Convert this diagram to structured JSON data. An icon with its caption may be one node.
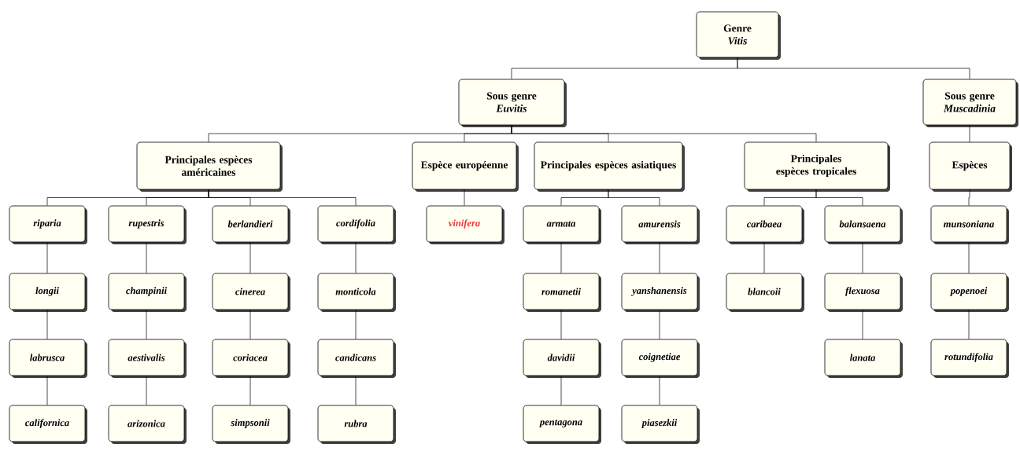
{
  "diagram": {
    "nodes": [
      {
        "text": [
          "Genre",
          "Vitis"
        ]
      },
      {
        "text": [
          "Sous genre",
          "Euvitis"
        ]
      },
      {
        "text": [
          "Sous genre",
          "Muscadinia"
        ]
      },
      {
        "text": [
          "Principales espèces américaines"
        ]
      },
      {
        "text": [
          "Espèce européenne"
        ]
      },
      {
        "text": [
          "Principales espèces asiatiques"
        ]
      },
      {
        "text": [
          "Principales espèces tropicales"
        ]
      },
      {
        "text": [
          "Espèces"
        ]
      },
      {
        "text": [
          "riparia"
        ]
      },
      {
        "text": [
          "longii"
        ]
      },
      {
        "text": [
          "labrusca"
        ]
      },
      {
        "text": [
          "californica"
        ]
      },
      {
        "text": [
          "rupestris"
        ]
      },
      {
        "text": [
          "champinii"
        ]
      },
      {
        "text": [
          "aestivalis"
        ]
      },
      {
        "text": [
          "arizonica"
        ]
      },
      {
        "text": [
          "berlandieri"
        ]
      },
      {
        "text": [
          "cinerea"
        ]
      },
      {
        "text": [
          "coriacea"
        ]
      },
      {
        "text": [
          "simpsonii"
        ]
      },
      {
        "text": [
          "cordifolia"
        ]
      },
      {
        "text": [
          "monticola"
        ]
      },
      {
        "text": [
          "candicans"
        ]
      },
      {
        "text": [
          "rubra"
        ]
      },
      {
        "text": [
          "vinifera"
        ]
      },
      {
        "text": [
          "armata"
        ]
      },
      {
        "text": [
          "romanetii"
        ]
      },
      {
        "text": [
          "davidii"
        ]
      },
      {
        "text": [
          "pentagona"
        ]
      },
      {
        "text": [
          "amurensis"
        ]
      },
      {
        "text": [
          "yanshanensis"
        ]
      },
      {
        "text": [
          "coignetiae"
        ]
      },
      {
        "text": [
          "piasezkii"
        ]
      },
      {
        "text": [
          "caribaea"
        ]
      },
      {
        "text": [
          "blancoii"
        ]
      },
      {
        "text": [
          "balansaena"
        ]
      },
      {
        "text": [
          "flexuosa"
        ]
      },
      {
        "text": [
          "lanata"
        ]
      },
      {
        "text": [
          "munsoniana"
        ]
      },
      {
        "text": [
          "popenoei"
        ]
      },
      {
        "text": [
          "rotundifolia"
        ]
      }
    ],
    "edges": [
      {
        "from": 0,
        "to": 1,
        "arrow": "none"
      },
      {
        "from": 0,
        "to": 2,
        "arrow": "none"
      },
      {
        "from": 1,
        "to": 3,
        "arrow": "none"
      },
      {
        "from": 1,
        "to": 4,
        "arrow": "none"
      },
      {
        "from": 1,
        "to": 5,
        "arrow": "none"
      },
      {
        "from": 1,
        "to": 6,
        "arrow": "none"
      },
      {
        "from": 2,
        "to": 7,
        "arrow": "none"
      },
      {
        "from": 3,
        "to": 8,
        "arrow": "none"
      },
      {
        "from": 3,
        "to": 12,
        "arrow": "none"
      },
      {
        "from": 3,
        "to": 16,
        "arrow": "none"
      },
      {
        "from": 3,
        "to": 20,
        "arrow": "none"
      },
      {
        "from": 8,
        "to": 9,
        "arrow": "none"
      },
      {
        "from": 9,
        "to": 10,
        "arrow": "none"
      },
      {
        "from": 10,
        "to": 11,
        "arrow": "none"
      },
      {
        "from": 12,
        "to": 13,
        "arrow": "none"
      },
      {
        "from": 13,
        "to": 14,
        "arrow": "none"
      },
      {
        "from": 14,
        "to": 15,
        "arrow": "none"
      },
      {
        "from": 16,
        "to": 17,
        "arrow": "none"
      },
      {
        "from": 17,
        "to": 18,
        "arrow": "none"
      },
      {
        "from": 18,
        "to": 19,
        "arrow": "none"
      },
      {
        "from": 20,
        "to": 21,
        "arrow": "none"
      },
      {
        "from": 21,
        "to": 22,
        "arrow": "none"
      },
      {
        "from": 22,
        "to": 23,
        "arrow": "none"
      },
      {
        "from": 4,
        "to": 24,
        "arrow": "none"
      },
      {
        "from": 5,
        "to": 25,
        "arrow": "none"
      },
      {
        "from": 5,
        "to": 29,
        "arrow": "none"
      },
      {
        "from": 25,
        "to": 26,
        "arrow": "none"
      },
      {
        "from": 26,
        "to": 27,
        "arrow": "none"
      },
      {
        "from": 27,
        "to": 28,
        "arrow": "none"
      },
      {
        "from": 29,
        "to": 30,
        "arrow": "none"
      },
      {
        "from": 30,
        "to": 31,
        "arrow": "none"
      },
      {
        "from": 31,
        "to": 32,
        "arrow": "none"
      },
      {
        "from": 6,
        "to": 33,
        "arrow": "none"
      },
      {
        "from": 6,
        "to": 35,
        "arrow": "none"
      },
      {
        "from": 33,
        "to": 34,
        "arrow": "none"
      },
      {
        "from": 35,
        "to": 36,
        "arrow": "none"
      },
      {
        "from": 36,
        "to": 37,
        "arrow": "none"
      },
      {
        "from": 7,
        "to": 38,
        "arrow": "none"
      },
      {
        "from": 38,
        "to": 39,
        "arrow": "none"
      },
      {
        "from": 39,
        "to": 40,
        "arrow": "none"
      }
    ]
  }
}
